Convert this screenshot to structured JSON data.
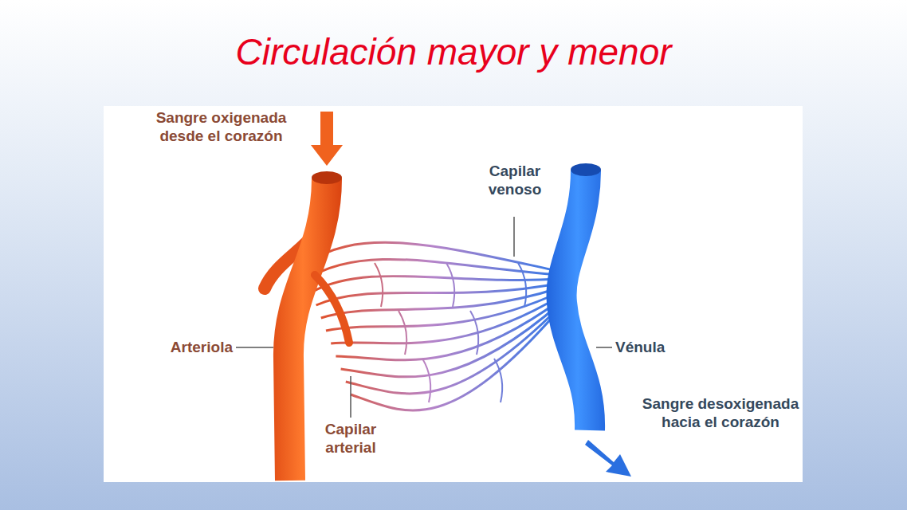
{
  "diagram": {
    "title": "Circulación mayor y menor",
    "labels": [
      "Sangre oxigenada desde el corazón",
      "Capilar venoso",
      "Arteriola",
      "Vénula",
      "Capilar arterial",
      "Sangre desoxigenada hacia el corazón"
    ]
  }
}
